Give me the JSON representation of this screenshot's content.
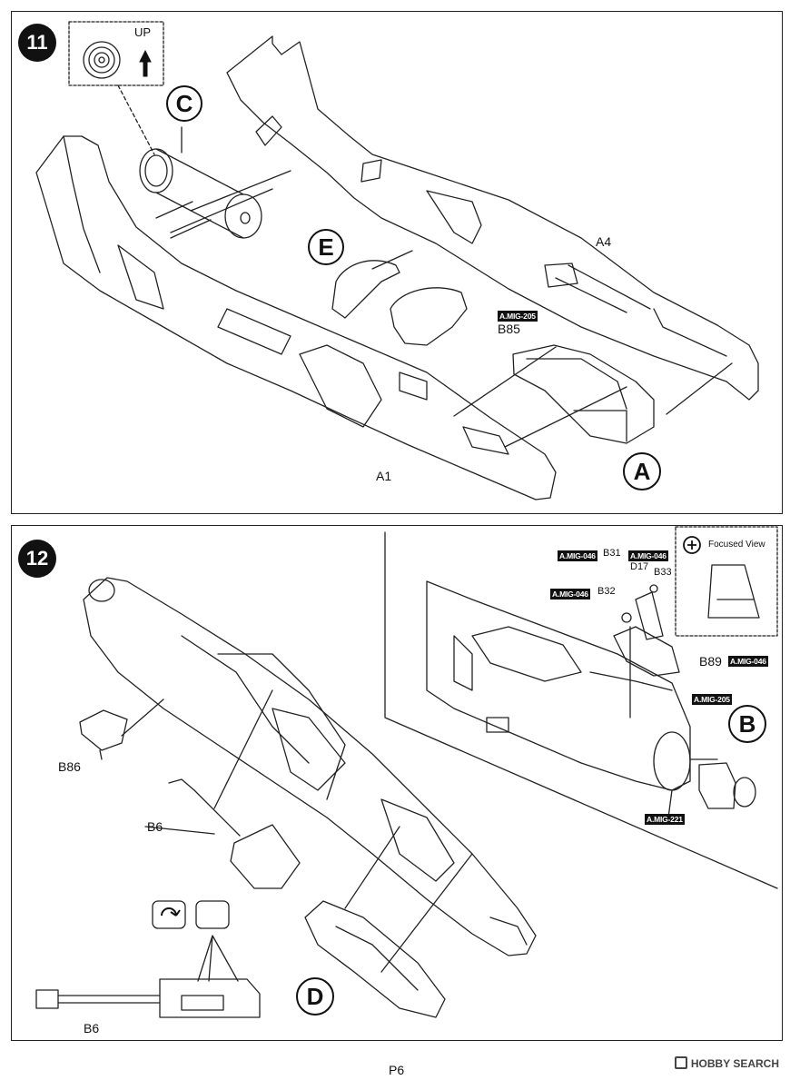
{
  "step11": {
    "number": "11",
    "up_label": "UP",
    "callouts": [
      "C",
      "E",
      "A"
    ],
    "part_labels": {
      "a4": "A4",
      "a1": "A1",
      "b85": "B85"
    },
    "paint_refs": {
      "b85": "A.MIG-205"
    }
  },
  "step12": {
    "number": "12",
    "callouts": [
      "B",
      "D"
    ],
    "part_labels": {
      "b86": "B86",
      "b6_top": "B6",
      "b6_bottom": "B6",
      "b31": "B31",
      "b32": "B32",
      "b33": "B33",
      "d17": "D17",
      "b89": "B89"
    },
    "paint_refs": {
      "b31": "A.MIG-046",
      "d17": "A.MIG-046",
      "b32": "A.MIG-046",
      "b89": "A.MIG-046",
      "cockpit": "A.MIG-205",
      "nose": "A.MIG-221"
    },
    "focused_view_label": "Focused View"
  },
  "page": {
    "number": "P6"
  },
  "watermark": {
    "text": "HOBBY SEARCH"
  }
}
